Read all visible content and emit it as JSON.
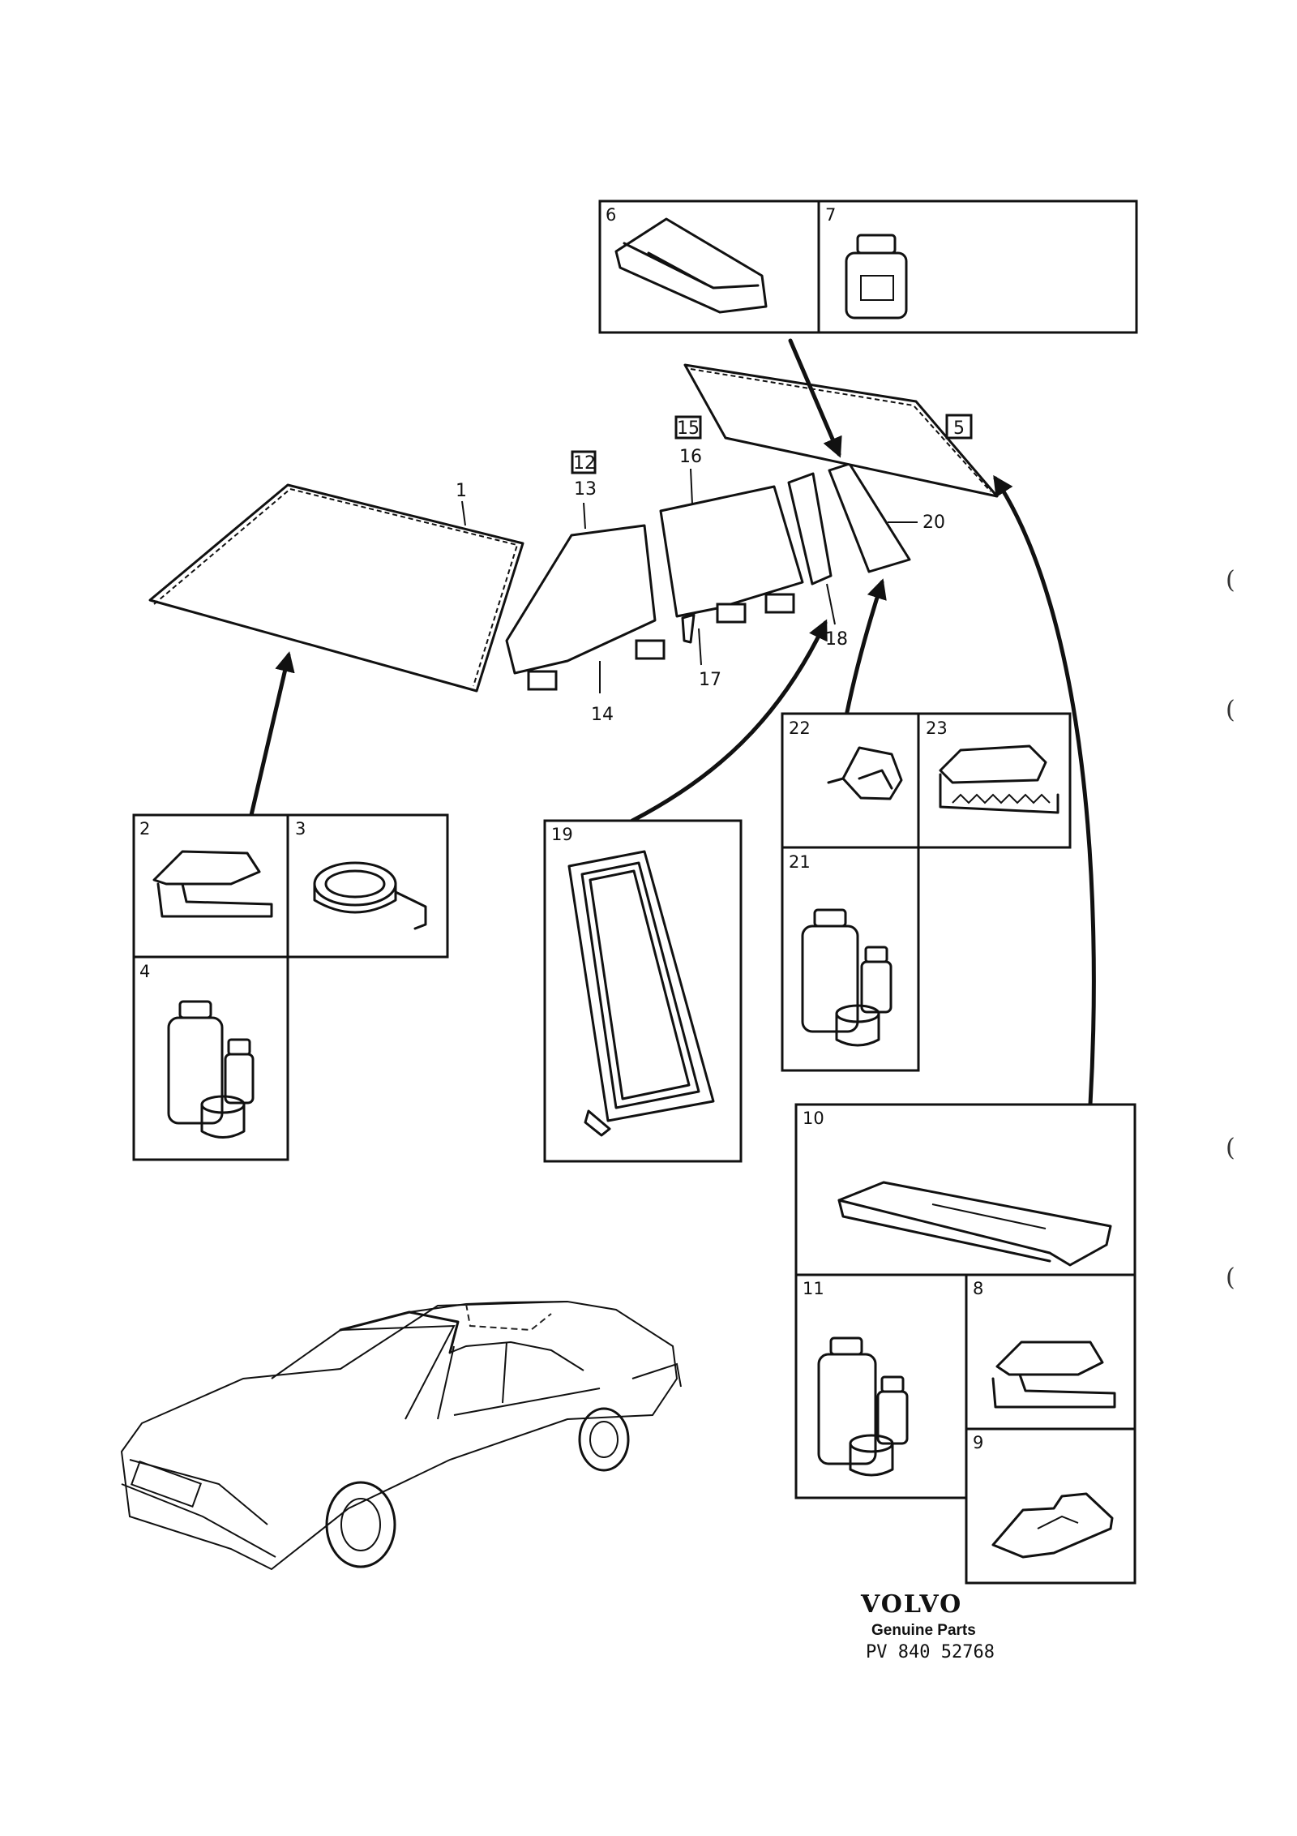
{
  "brand": {
    "logo": "VOLVO",
    "subtitle": "Genuine Parts",
    "reference": "PV 840 52768"
  },
  "callouts": {
    "c1": "1",
    "c5": "5",
    "c12": "12",
    "c13": "13",
    "c14": "14",
    "c15": "15",
    "c16": "16",
    "c17": "17",
    "c18": "18",
    "c20": "20"
  },
  "detail_boxes": {
    "b2": "2",
    "b3": "3",
    "b4": "4",
    "b6": "6",
    "b7": "7",
    "b8": "8",
    "b9": "9",
    "b10": "10",
    "b11": "11",
    "b19": "19",
    "b21": "21",
    "b22": "22",
    "b23": "23"
  },
  "margin_marks": [
    "(",
    "(",
    "(",
    "("
  ]
}
